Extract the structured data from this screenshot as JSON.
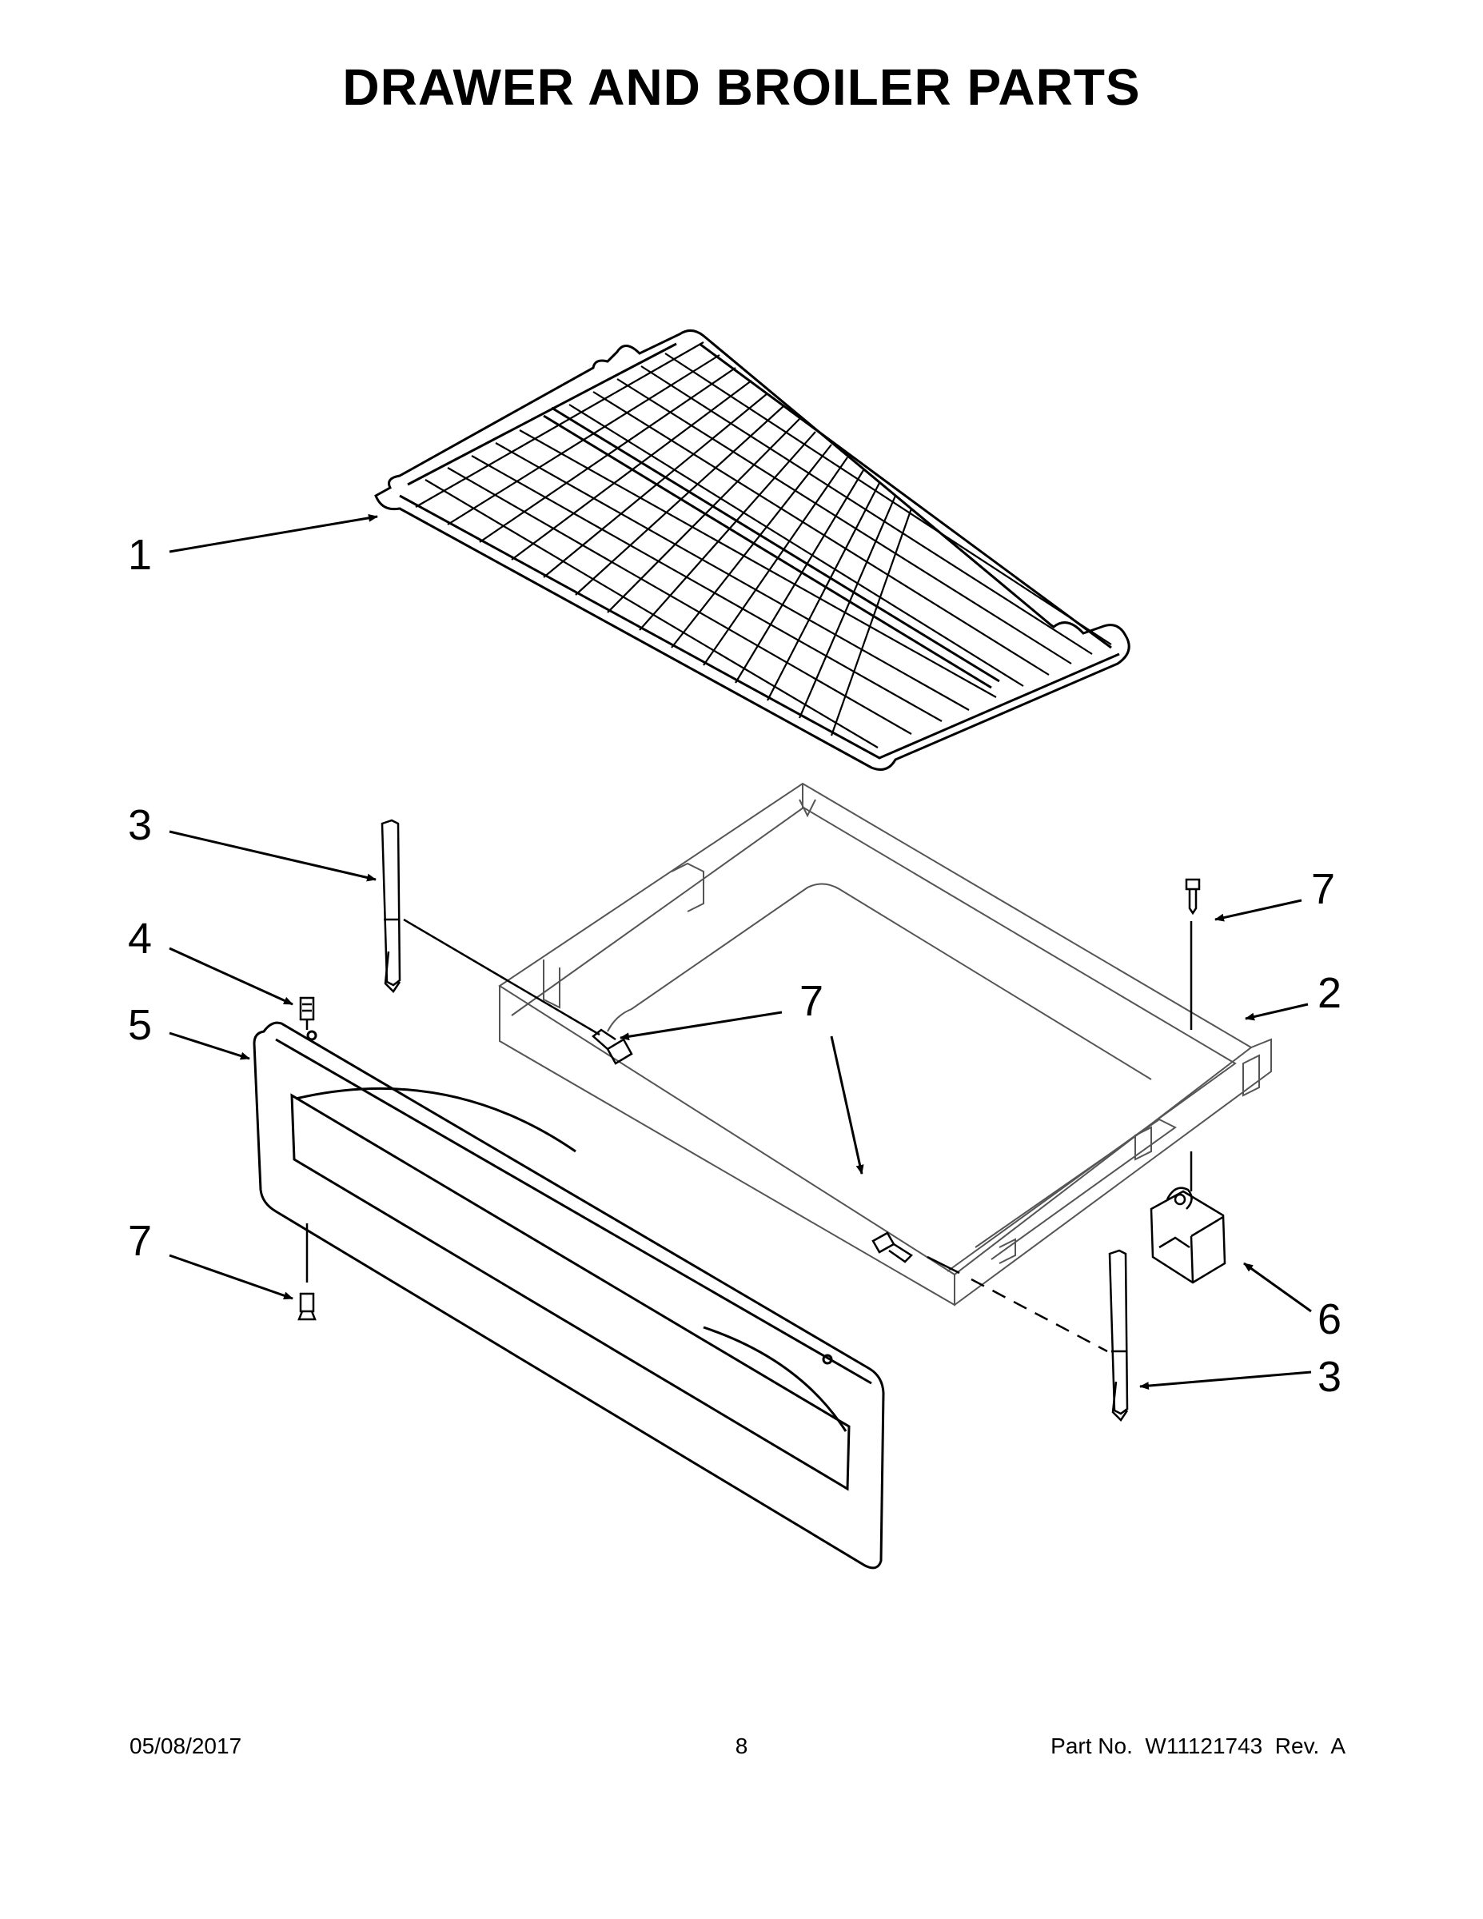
{
  "page": {
    "title": "DRAWER AND BROILER PARTS"
  },
  "callouts": [
    {
      "id": "c1",
      "label": "1"
    },
    {
      "id": "c3a",
      "label": "3"
    },
    {
      "id": "c4",
      "label": "4"
    },
    {
      "id": "c5",
      "label": "5"
    },
    {
      "id": "c7a",
      "label": "7"
    },
    {
      "id": "c7b",
      "label": "7"
    },
    {
      "id": "c7c",
      "label": "7"
    },
    {
      "id": "c2",
      "label": "2"
    },
    {
      "id": "c6",
      "label": "6"
    },
    {
      "id": "c3b",
      "label": "3"
    }
  ],
  "footer": {
    "date": "05/08/2017",
    "page_number": "8",
    "part_number": "Part No.  W11121743  Rev.  A"
  }
}
